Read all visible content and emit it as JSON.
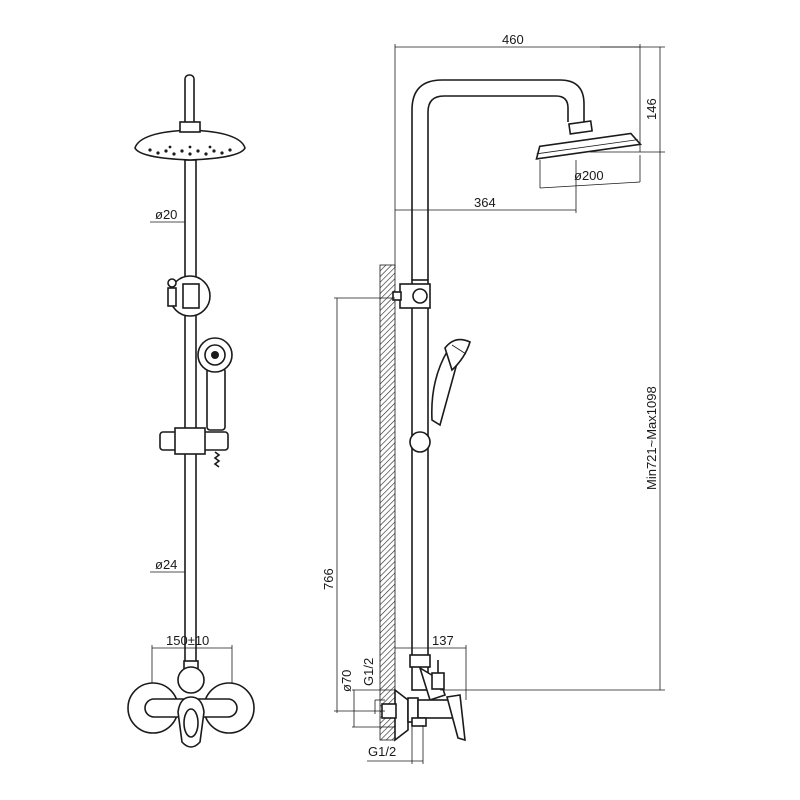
{
  "front_view": {
    "pipe_upper_diameter": "ø20",
    "pipe_lower_diameter": "ø24",
    "inlet_spacing": "150±10"
  },
  "side_view": {
    "arm_width": "460",
    "head_drop": "146",
    "head_diameter": "ø200",
    "arm_offset": "364",
    "total_height": "Min721~Max1098",
    "bracket_height": "766",
    "valve_projection": "137",
    "flange_diameter": "ø70",
    "thread_upper": "G1/2",
    "thread_lower": "G1/2"
  }
}
